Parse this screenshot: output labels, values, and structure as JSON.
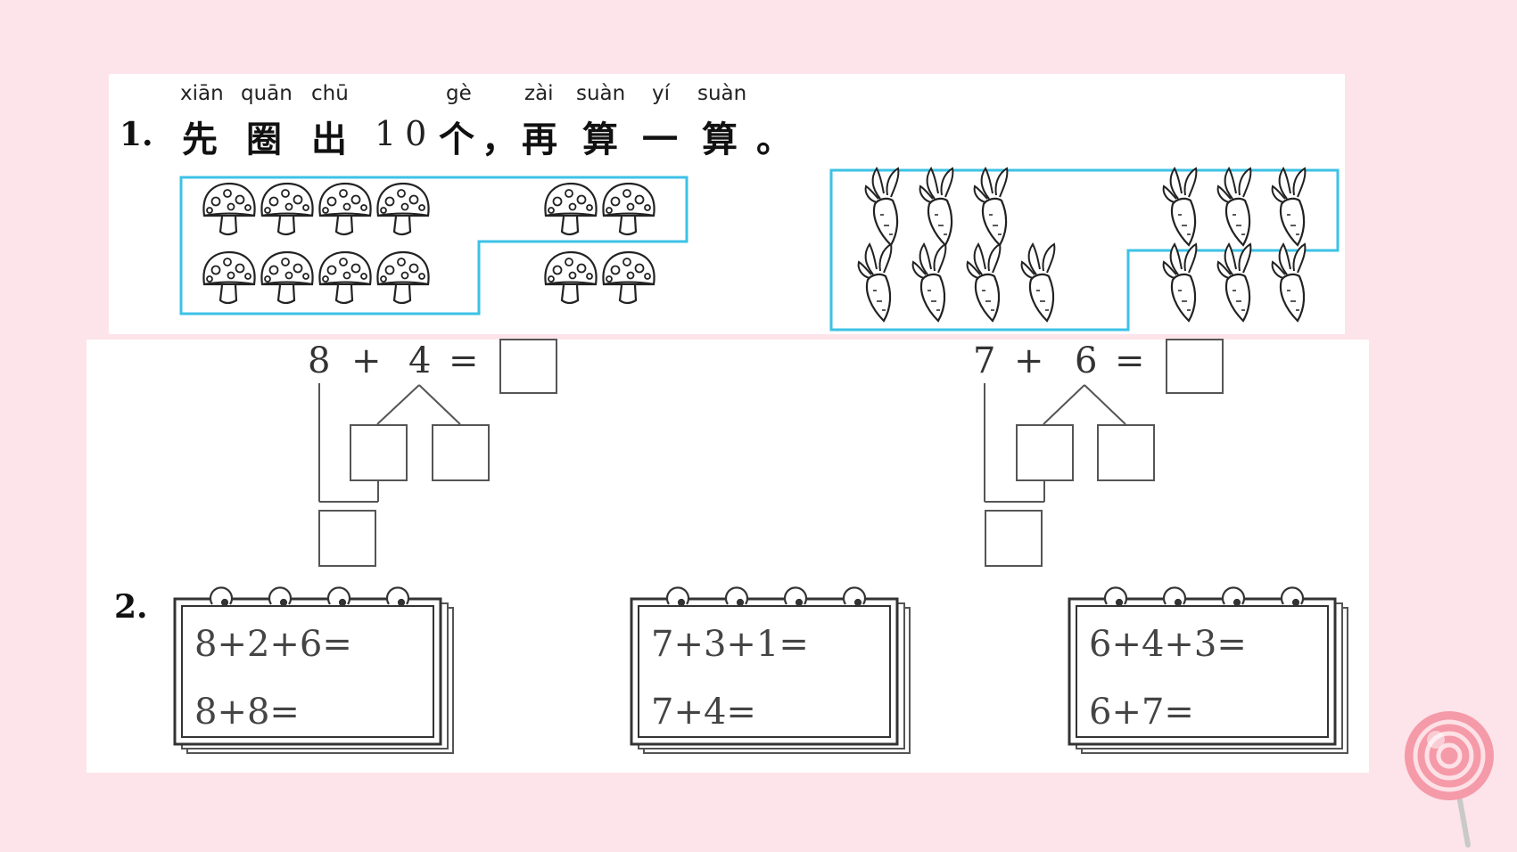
{
  "q1": {
    "number": "1.",
    "pinyin": [
      "xiān",
      "quān",
      "chū",
      "gè",
      "zài",
      "suàn",
      "yí",
      "suàn"
    ],
    "chars": [
      "先",
      "圈",
      "出",
      "个",
      "，",
      "再",
      "算",
      "一",
      "算",
      "。"
    ],
    "ten": "10",
    "left": {
      "picture": "mushroom-icon",
      "a": "8",
      "plus": "+",
      "b": "4",
      "eq": "="
    },
    "right": {
      "picture": "radish-icon",
      "a": "7",
      "plus": "+",
      "b": "6",
      "eq": "="
    },
    "box_color": "#3cc2e6"
  },
  "q2": {
    "number": "2.",
    "cards": [
      {
        "line1": "8+2+6=",
        "line2": "8+8="
      },
      {
        "line1": "7+3+1=",
        "line2": "7+4="
      },
      {
        "line1": "6+4+3=",
        "line2": "6+7="
      }
    ]
  },
  "decor": {
    "icon": "lollipop-icon"
  }
}
